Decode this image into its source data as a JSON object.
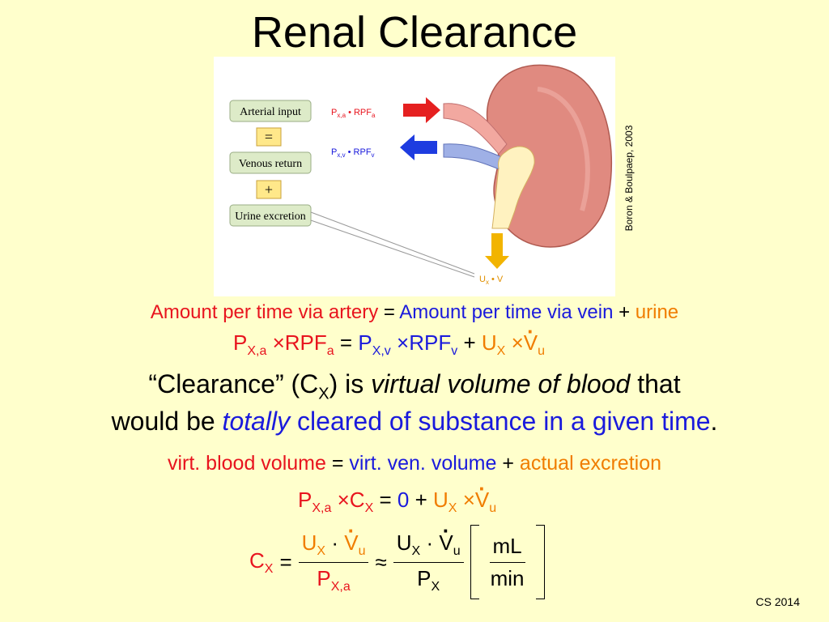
{
  "title": "Renal Clearance",
  "figure": {
    "boxes": [
      "Arterial input",
      "=",
      "Venous return",
      "+",
      "Urine excretion"
    ],
    "arterial_label": {
      "p": "P",
      "p_sub": "x,a",
      "mid": " • RPF",
      "rpf_sub": "a"
    },
    "venous_label": {
      "p": "P",
      "p_sub": "x,v",
      "mid": " • RPF",
      "rpf_sub": "v"
    },
    "urine_label": {
      "u": "U",
      "u_sub": "x",
      "mid": " • ",
      "v": "V"
    },
    "credit": "Boron & Boulpaep, 2003"
  },
  "line1": {
    "artery": "Amount per time via artery",
    "op1": " = ",
    "vein": "Amount per time via vein",
    "op2": " + ",
    "urine": "urine"
  },
  "eq1": {
    "p": "P",
    "p_sub": "X,a",
    "times": "×",
    "rpf": "RPF",
    "rpf_sub": "a",
    "eq": "=",
    "pv": "P",
    "pv_sub": "X,v",
    "rpfv": "RPF",
    "rpfv_sub": "v",
    "plus": "+",
    "u": "U",
    "u_sub": "X",
    "v": "V",
    "v_sub": "u"
  },
  "clearance": {
    "p1": "“Clearance” (C",
    "p1_sub": "X",
    "p2": ") is ",
    "p3": "virtual volume of blood",
    "p4": " that",
    "q1": "would be ",
    "q2": "totally",
    "q3": " cleared of substance in a given time",
    "q4": "."
  },
  "line2": {
    "virt": "virt. blood volume",
    "op1": " = ",
    "ven": "virt. ven. volume",
    "op2": " + ",
    "excr": "actual excretion"
  },
  "eq2": {
    "p": "P",
    "p_sub": "X,a",
    "times": "×",
    "c": "C",
    "c_sub": "X",
    "eq": "=",
    "zero": "0",
    "plus": "+",
    "u": "U",
    "u_sub": "X",
    "v": "V",
    "v_sub": "u"
  },
  "eq3": {
    "c": "C",
    "c_sub": "X",
    "eq": "=",
    "num_u": "U",
    "num_u_sub": "X",
    "cdot": "·",
    "num_v": "V",
    "num_v_sub": "u",
    "den_p": "P",
    "den_p_sub": "X,a",
    "approx": "≈",
    "num2_u": "U",
    "num2_u_sub": "X",
    "num2_v": "V",
    "num2_v_sub": "u",
    "den2_p": "P",
    "den2_p_sub": "X",
    "unit_num": "mL",
    "unit_den": "min"
  },
  "footer": "CS 2014",
  "colors": {
    "background": "#FFFFCC",
    "red": "#E8141E",
    "blue": "#1A1ADC",
    "orange": "#F07D00"
  }
}
